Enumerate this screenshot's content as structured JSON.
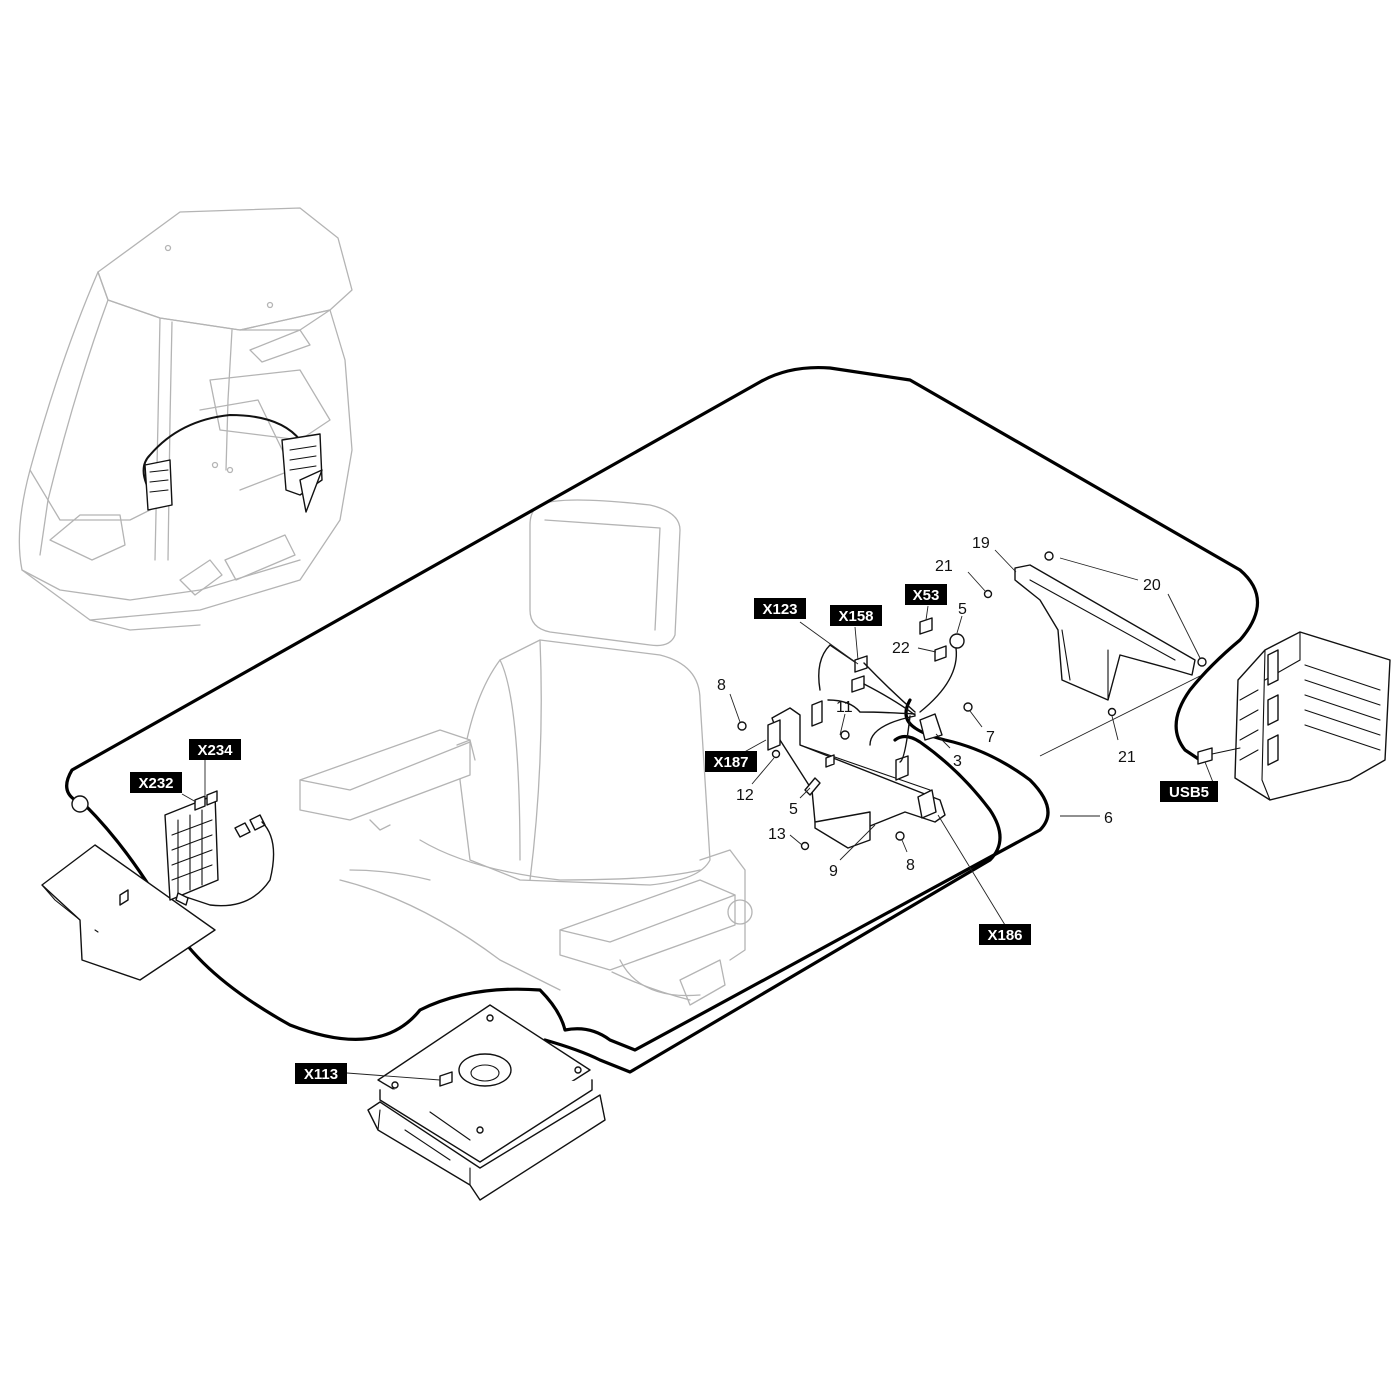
{
  "colors": {
    "background": "#ffffff",
    "cable": "#000000",
    "component": "#111111",
    "context_outline": "#b4b4b4",
    "connector_tag_fill": "#000000",
    "connector_tag_text": "#ffffff"
  },
  "connector_tags": [
    {
      "id": "x123",
      "label": "X123"
    },
    {
      "id": "x158",
      "label": "X158"
    },
    {
      "id": "x53",
      "label": "X53"
    },
    {
      "id": "x234",
      "label": "X234"
    },
    {
      "id": "x232",
      "label": "X232"
    },
    {
      "id": "x187",
      "label": "X187"
    },
    {
      "id": "usb5",
      "label": "USB5"
    },
    {
      "id": "x186",
      "label": "X186"
    },
    {
      "id": "x113",
      "label": "X113"
    }
  ],
  "callouts": [
    {
      "id": "c21a",
      "label": "21"
    },
    {
      "id": "c19",
      "label": "19"
    },
    {
      "id": "c20",
      "label": "20"
    },
    {
      "id": "c5a",
      "label": "5"
    },
    {
      "id": "c22",
      "label": "22"
    },
    {
      "id": "c8a",
      "label": "8"
    },
    {
      "id": "c11",
      "label": "11"
    },
    {
      "id": "c7",
      "label": "7"
    },
    {
      "id": "c3",
      "label": "3"
    },
    {
      "id": "c21b",
      "label": "21"
    },
    {
      "id": "c12",
      "label": "12"
    },
    {
      "id": "c5b",
      "label": "5"
    },
    {
      "id": "c6",
      "label": "6"
    },
    {
      "id": "c13",
      "label": "13"
    },
    {
      "id": "c9",
      "label": "9"
    },
    {
      "id": "c8b",
      "label": "8"
    }
  ]
}
